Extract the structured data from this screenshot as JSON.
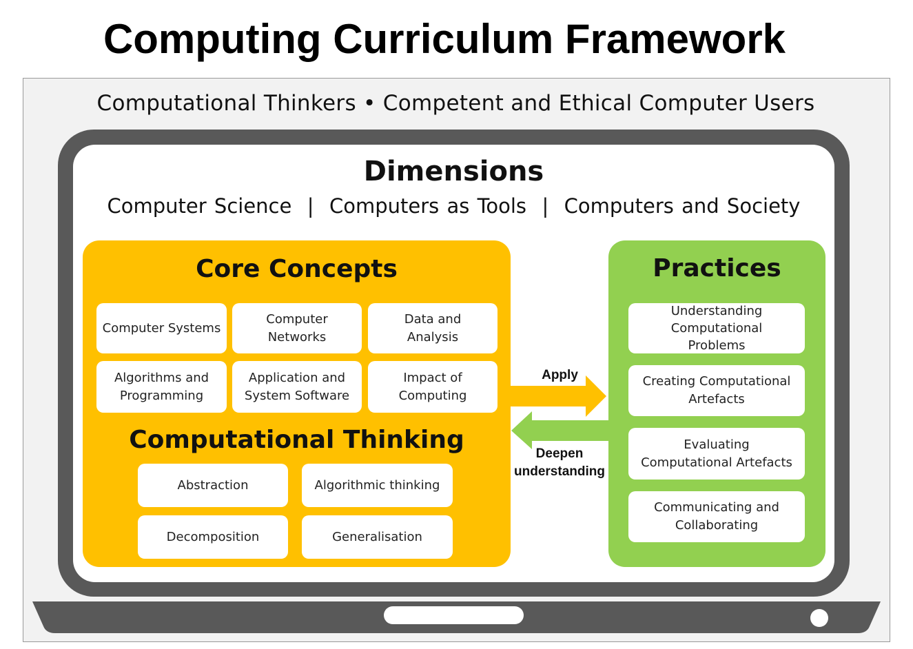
{
  "title": "Computing Curriculum Framework",
  "subtitle": "Computational Thinkers • Competent and Ethical Computer Users",
  "dimensions": {
    "title": "Dimensions",
    "list": "Computer Science  |  Computers as Tools  |  Computers and Society"
  },
  "core_concepts": {
    "title": "Core Concepts",
    "items": [
      "Computer Systems",
      "Computer Networks",
      "Data and Analysis",
      "Algorithms and Programming",
      "Application and System Software",
      "Impact of Computing"
    ]
  },
  "computational_thinking": {
    "title": "Computational Thinking",
    "items": [
      "Abstraction",
      "Algorithmic thinking",
      "Decomposition",
      "Generalisation"
    ]
  },
  "practices": {
    "title": "Practices",
    "items": [
      "Understanding Computational Problems",
      "Creating Computational Artefacts",
      "Evaluating Computational Artefacts",
      "Communicating and Collaborating"
    ]
  },
  "arrows": {
    "apply": "Apply",
    "deepen": "Deepen understanding"
  },
  "colors": {
    "core": "#ffc000",
    "practices": "#92d050",
    "laptop": "#595959",
    "background": "#f2f2f2"
  }
}
